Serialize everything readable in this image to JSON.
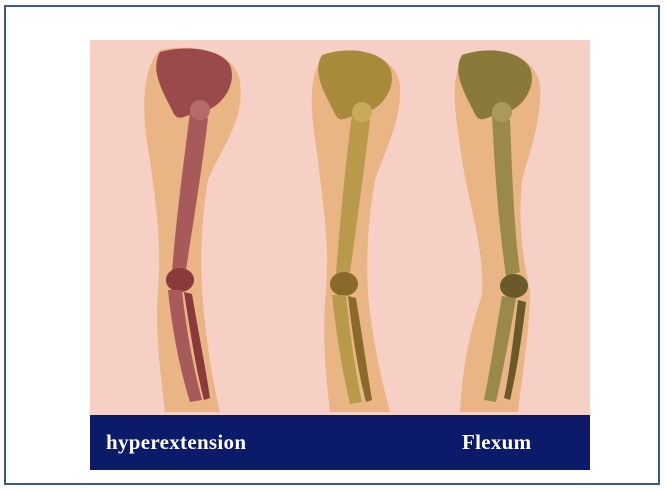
{
  "image": {
    "subject": "three-legs-skeleton-illustration",
    "captions": {
      "left": "hyperextension",
      "right": "Flexum"
    },
    "colors": {
      "frame_border": "#3c5a82",
      "slide_background": "#0c1a6a",
      "panel_background": "#f6d0c4",
      "caption_text": "#ffffff",
      "leg_skin": "#e8b07a",
      "bone_left": "#9a4a4a",
      "bone_middle": "#a88a3a",
      "bone_right": "#8a7a3a"
    }
  }
}
